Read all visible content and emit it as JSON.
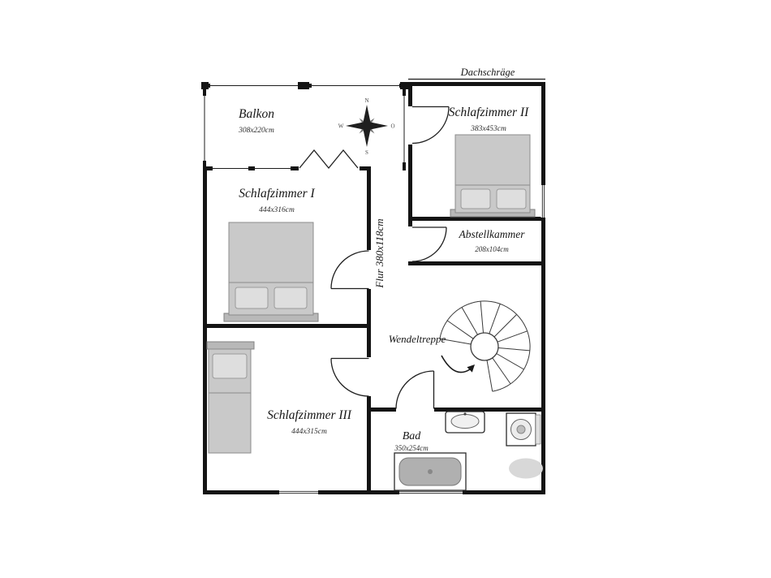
{
  "plan": {
    "roof_label": "Dachschräge",
    "rooms": {
      "balkon": {
        "name": "Balkon",
        "dims": "308x220cm"
      },
      "schlafzimmer_1": {
        "name": "Schlafzimmer I",
        "dims": "444x316cm"
      },
      "schlafzimmer_2": {
        "name": "Schlafzimmer II",
        "dims": "383x453cm"
      },
      "schlafzimmer_3": {
        "name": "Schlafzimmer III",
        "dims": "444x315cm"
      },
      "abstellkammer": {
        "name": "Abstellkammer",
        "dims": "208x104cm"
      },
      "bad": {
        "name": "Bad",
        "dims": "350x254cm"
      }
    },
    "features": {
      "flur_label": "Flur 380x118cm",
      "stairs_label": "Wendeltreppe"
    },
    "compass": {
      "north": "N",
      "east": "O",
      "south": "S",
      "west": "W"
    },
    "colors": {
      "wall": "#141414",
      "furniture": "#c9c9c9",
      "furniture_light": "#dedede",
      "fixture": "#b0b0b0",
      "text": "#161616"
    }
  }
}
